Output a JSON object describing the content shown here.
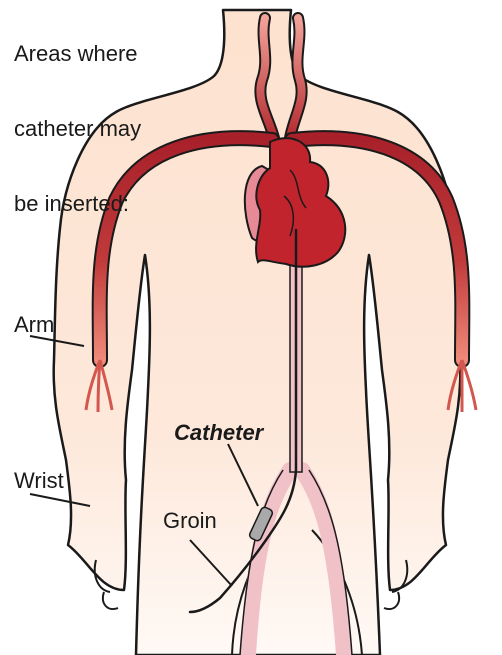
{
  "heading_lines": [
    "Areas where",
    "catheter may",
    "be inserted:"
  ],
  "labels": {
    "arm": "Arm",
    "wrist": "Wrist",
    "groin": "Groin",
    "catheter": "Catheter"
  },
  "colors": {
    "skin_fill": "#fbe3d2",
    "outline": "#1a1a1a",
    "artery": "#a8202a",
    "artery_highlight": "#e5716a",
    "heart": "#c2242e",
    "heart_atrium": "#e88a96",
    "femoral_artery": "#f1c1c8",
    "catheter_tip": "#a9a9a9"
  }
}
